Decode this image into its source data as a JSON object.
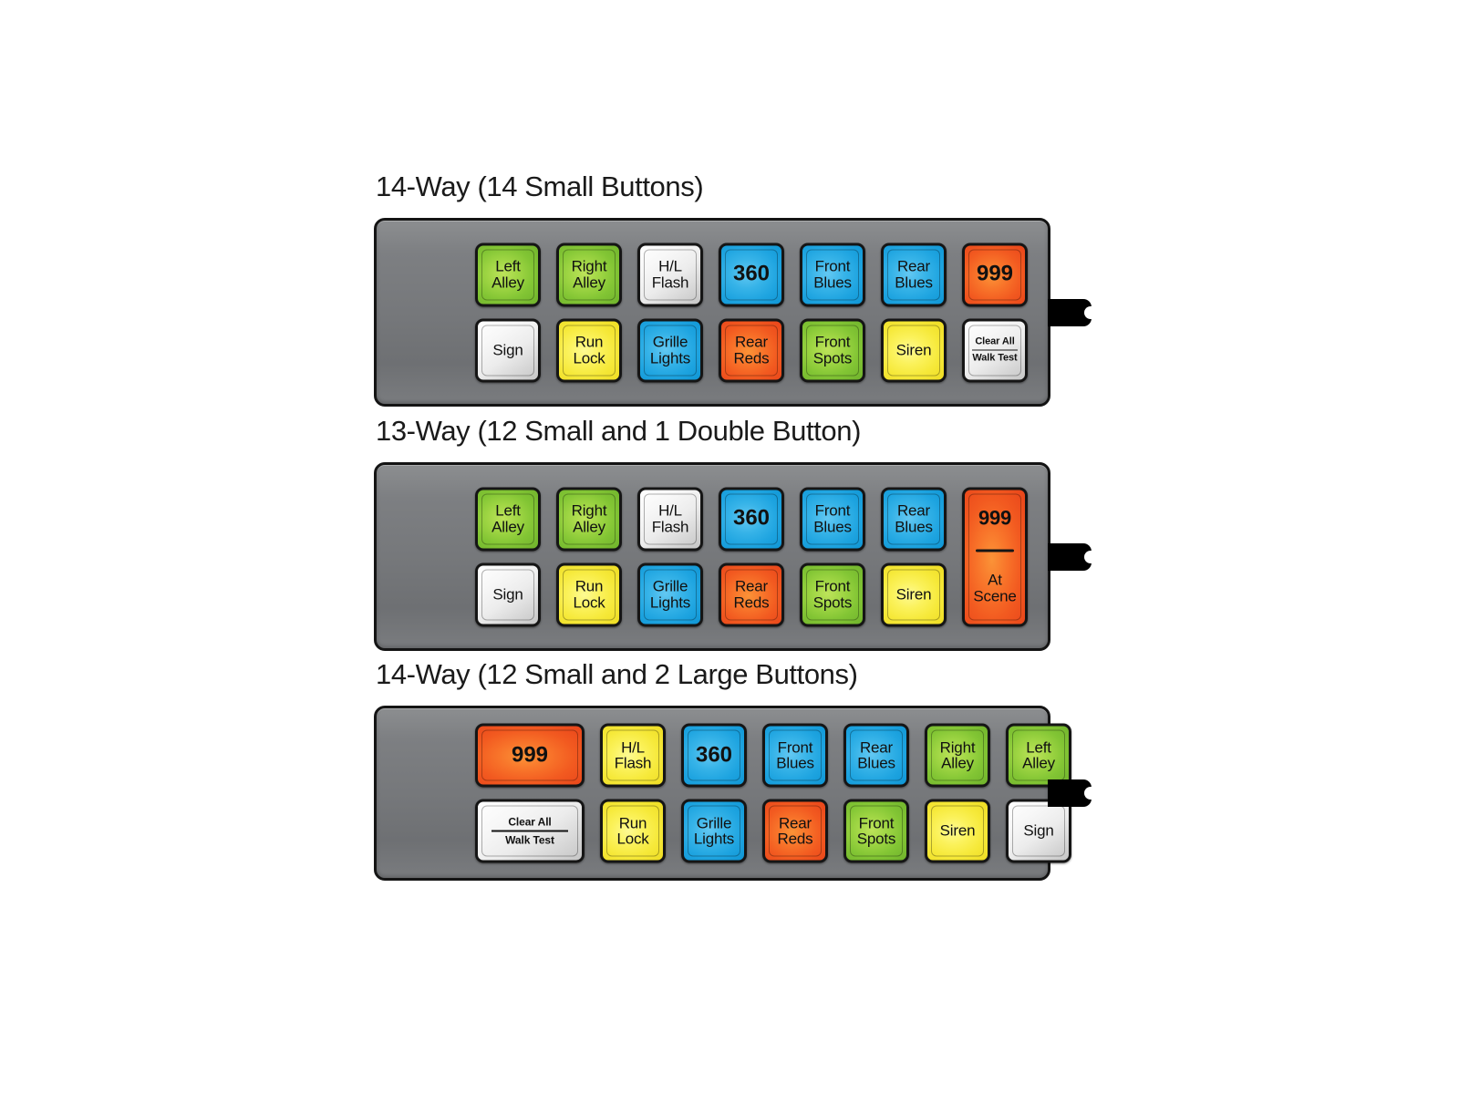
{
  "page": {
    "background": "#ffffff",
    "panel_body_color": "#7a7c7f",
    "panel_border_color": "#141414",
    "connector_color": "#000000"
  },
  "colors": {
    "green": "#8ecb3a",
    "blue": "#29abe2",
    "yellow": "#f7ef45",
    "orange": "#f26322",
    "white": "#f0f0f0",
    "label_text": "#111111"
  },
  "panels": [
    {
      "id": "panel-14-way-small",
      "title": "14-Way (14 Small Buttons)",
      "connector": "wire-harness-connector",
      "columns": [
        {
          "type": "small-pair",
          "top": {
            "label": "Left\nAlley",
            "lines": [
              "Left",
              "Alley"
            ],
            "color": "green"
          },
          "bottom": {
            "label": "Sign",
            "lines": [
              "Sign"
            ],
            "color": "white"
          }
        },
        {
          "type": "small-pair",
          "top": {
            "label": "Right\nAlley",
            "lines": [
              "Right",
              "Alley"
            ],
            "color": "green"
          },
          "bottom": {
            "label": "Run\nLock",
            "lines": [
              "Run",
              "Lock"
            ],
            "color": "yellow"
          }
        },
        {
          "type": "small-pair",
          "top": {
            "label": "H/L\nFlash",
            "lines": [
              "H/L",
              "Flash"
            ],
            "color": "white"
          },
          "bottom": {
            "label": "Grille\nLights",
            "lines": [
              "Grille",
              "Lights"
            ],
            "color": "blue"
          }
        },
        {
          "type": "small-pair",
          "top": {
            "label": "360",
            "lines": [
              "360"
            ],
            "color": "blue",
            "style": "big-num"
          },
          "bottom": {
            "label": "Rear\nReds",
            "lines": [
              "Rear",
              "Reds"
            ],
            "color": "orange"
          }
        },
        {
          "type": "small-pair",
          "top": {
            "label": "Front\nBlues",
            "lines": [
              "Front",
              "Blues"
            ],
            "color": "blue"
          },
          "bottom": {
            "label": "Front\nSpots",
            "lines": [
              "Front",
              "Spots"
            ],
            "color": "green"
          }
        },
        {
          "type": "small-pair",
          "top": {
            "label": "Rear\nBlues",
            "lines": [
              "Rear",
              "Blues"
            ],
            "color": "blue"
          },
          "bottom": {
            "label": "Siren",
            "lines": [
              "Siren"
            ],
            "color": "yellow"
          }
        },
        {
          "type": "small-pair",
          "top": {
            "label": "999",
            "lines": [
              "999"
            ],
            "color": "orange",
            "style": "big-num"
          },
          "bottom": {
            "label": "Clear All / Walk Test",
            "stacked": [
              "Clear All",
              "Walk Test"
            ],
            "color": "white",
            "style": "stack"
          }
        }
      ]
    },
    {
      "id": "panel-13-way-double",
      "title": "13-Way (12 Small and 1 Double Button)",
      "connector": "wire-harness-connector",
      "columns": [
        {
          "type": "small-pair",
          "top": {
            "label": "Left\nAlley",
            "lines": [
              "Left",
              "Alley"
            ],
            "color": "green"
          },
          "bottom": {
            "label": "Sign",
            "lines": [
              "Sign"
            ],
            "color": "white"
          }
        },
        {
          "type": "small-pair",
          "top": {
            "label": "Right\nAlley",
            "lines": [
              "Right",
              "Alley"
            ],
            "color": "green"
          },
          "bottom": {
            "label": "Run\nLock",
            "lines": [
              "Run",
              "Lock"
            ],
            "color": "yellow"
          }
        },
        {
          "type": "small-pair",
          "top": {
            "label": "H/L\nFlash",
            "lines": [
              "H/L",
              "Flash"
            ],
            "color": "white"
          },
          "bottom": {
            "label": "Grille\nLights",
            "lines": [
              "Grille",
              "Lights"
            ],
            "color": "blue"
          }
        },
        {
          "type": "small-pair",
          "top": {
            "label": "360",
            "lines": [
              "360"
            ],
            "color": "blue",
            "style": "big-num"
          },
          "bottom": {
            "label": "Rear\nReds",
            "lines": [
              "Rear",
              "Reds"
            ],
            "color": "orange"
          }
        },
        {
          "type": "small-pair",
          "top": {
            "label": "Front\nBlues",
            "lines": [
              "Front",
              "Blues"
            ],
            "color": "blue"
          },
          "bottom": {
            "label": "Front\nSpots",
            "lines": [
              "Front",
              "Spots"
            ],
            "color": "green"
          }
        },
        {
          "type": "small-pair",
          "top": {
            "label": "Rear\nBlues",
            "lines": [
              "Rear",
              "Blues"
            ],
            "color": "blue"
          },
          "bottom": {
            "label": "Siren",
            "lines": [
              "Siren"
            ],
            "color": "yellow"
          }
        },
        {
          "type": "double",
          "button": {
            "label": "999 / At Scene",
            "top_text": "999",
            "bottom_lines": [
              "At",
              "Scene"
            ],
            "color": "orange"
          }
        }
      ]
    },
    {
      "id": "panel-14-way-large",
      "title": "14-Way (12 Small and 2 Large Buttons)",
      "connector": "wire-harness-connector",
      "columns": [
        {
          "type": "large-pair",
          "top": {
            "label": "999",
            "lines": [
              "999"
            ],
            "color": "orange",
            "style": "big-num"
          },
          "bottom": {
            "label": "Clear All / Walk Test",
            "stacked": [
              "Clear All",
              "Walk Test"
            ],
            "color": "white",
            "style": "stack"
          }
        },
        {
          "type": "small-pair",
          "top": {
            "label": "H/L\nFlash",
            "lines": [
              "H/L",
              "Flash"
            ],
            "color": "yellow"
          },
          "bottom": {
            "label": "Run\nLock",
            "lines": [
              "Run",
              "Lock"
            ],
            "color": "yellow"
          }
        },
        {
          "type": "small-pair",
          "top": {
            "label": "360",
            "lines": [
              "360"
            ],
            "color": "blue",
            "style": "big-num"
          },
          "bottom": {
            "label": "Grille\nLights",
            "lines": [
              "Grille",
              "Lights"
            ],
            "color": "blue"
          }
        },
        {
          "type": "small-pair",
          "top": {
            "label": "Front\nBlues",
            "lines": [
              "Front",
              "Blues"
            ],
            "color": "blue"
          },
          "bottom": {
            "label": "Rear\nReds",
            "lines": [
              "Rear",
              "Reds"
            ],
            "color": "orange"
          }
        },
        {
          "type": "small-pair",
          "top": {
            "label": "Rear\nBlues",
            "lines": [
              "Rear",
              "Blues"
            ],
            "color": "blue"
          },
          "bottom": {
            "label": "Front\nSpots",
            "lines": [
              "Front",
              "Spots"
            ],
            "color": "green"
          }
        },
        {
          "type": "small-pair",
          "top": {
            "label": "Right\nAlley",
            "lines": [
              "Right",
              "Alley"
            ],
            "color": "green"
          },
          "bottom": {
            "label": "Siren",
            "lines": [
              "Siren"
            ],
            "color": "yellow"
          }
        },
        {
          "type": "small-pair",
          "top": {
            "label": "Left\nAlley",
            "lines": [
              "Left",
              "Alley"
            ],
            "color": "green"
          },
          "bottom": {
            "label": "Sign",
            "lines": [
              "Sign"
            ],
            "color": "white"
          }
        }
      ]
    }
  ]
}
